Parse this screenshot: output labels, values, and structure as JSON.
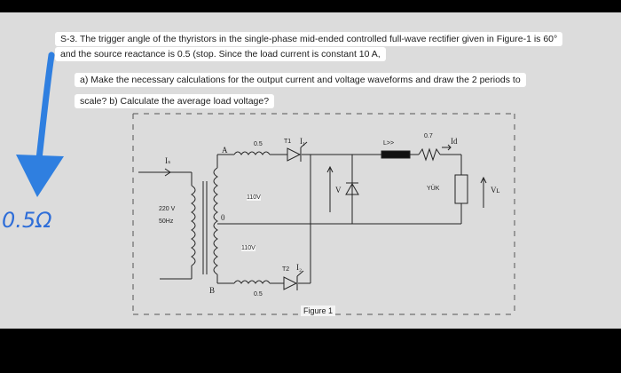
{
  "question": {
    "line1": "S-3. The trigger angle of the thyristors in the single-phase mid-ended controlled full-wave rectifier given in Figure-1 is 60°",
    "line2": "and the source reactance is 0.5 (stop. Since the load current is constant 10 A,",
    "line3": "a) Make the necessary calculations for the output current and voltage waveforms and draw the 2 periods to",
    "line4": "scale? b) Calculate the average load voltage?"
  },
  "annotation": {
    "handwritten": "0.5Ω",
    "arrow_color": "#2f7fe0",
    "ink_color": "#2f6ed8"
  },
  "circuit": {
    "reactance_top": "0.5",
    "reactance_bottom": "0.5",
    "secondary_top": "110V",
    "secondary_bottom": "110V",
    "source_voltage": "220 V",
    "source_freq": "50Hz",
    "node_a": "A",
    "node_b": "B",
    "node_o": "0",
    "source_current": "Iₛ",
    "t1": "T1",
    "i1": "I₁",
    "t2": "T2",
    "i2": "I₂",
    "v_label": "V",
    "inductor": "L>>",
    "load_r": "0.7",
    "id_label": "Id",
    "load_name": "YÜK",
    "vl_label": "Vʟ",
    "caption": "Figure 1"
  }
}
